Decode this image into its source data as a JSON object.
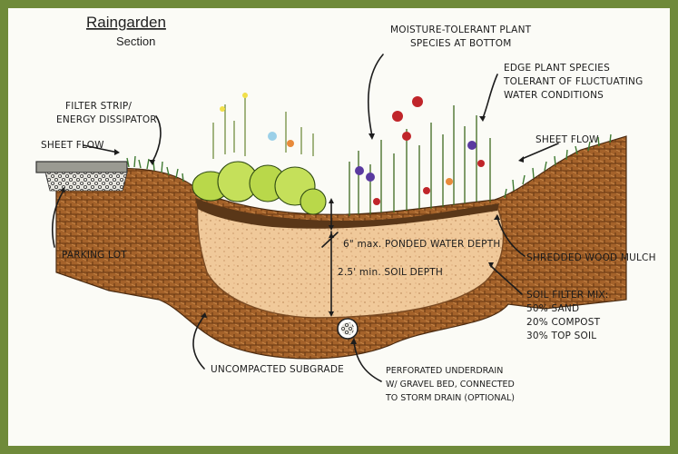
{
  "title": "Raingarden",
  "subtitle": "Section",
  "labels": {
    "filter_strip": [
      "FILTER STRIP/",
      "ENERGY DISSIPATOR"
    ],
    "sheet_flow_left": "SHEET FLOW",
    "sheet_flow_right": "SHEET FLOW",
    "parking_lot": "PARKING LOT",
    "moisture_tolerant": [
      "MOISTURE-TOLERANT PLANT",
      "SPECIES AT BOTTOM"
    ],
    "edge_plant": [
      "EDGE PLANT SPECIES",
      "TOLERANT OF FLUCTUATING",
      "WATER CONDITIONS"
    ],
    "ponded_depth": "6\" max. PONDED WATER DEPTH",
    "soil_depth": "2.5' min. SOIL DEPTH",
    "wood_mulch": "SHREDDED WOOD MULCH",
    "soil_filter_mix": [
      "SOIL FILTER MIX:",
      "50% SAND",
      "20% COMPOST",
      "30% TOP SOIL"
    ],
    "uncompacted_subgrade": "UNCOMPACTED SUBGRADE",
    "underdrain": [
      "PERFORATED UNDERDRAIN",
      "W/ GRAVEL BED, CONNECTED",
      "TO STORM DRAIN (OPTIONAL)"
    ]
  },
  "colors": {
    "frame": "#6f8a3a",
    "subgrade": "#a4622a",
    "soil_mix": "#f0c99a",
    "mulch": "#5a3718",
    "grass": "#3f7a32",
    "shrub": "#b9d84a"
  }
}
